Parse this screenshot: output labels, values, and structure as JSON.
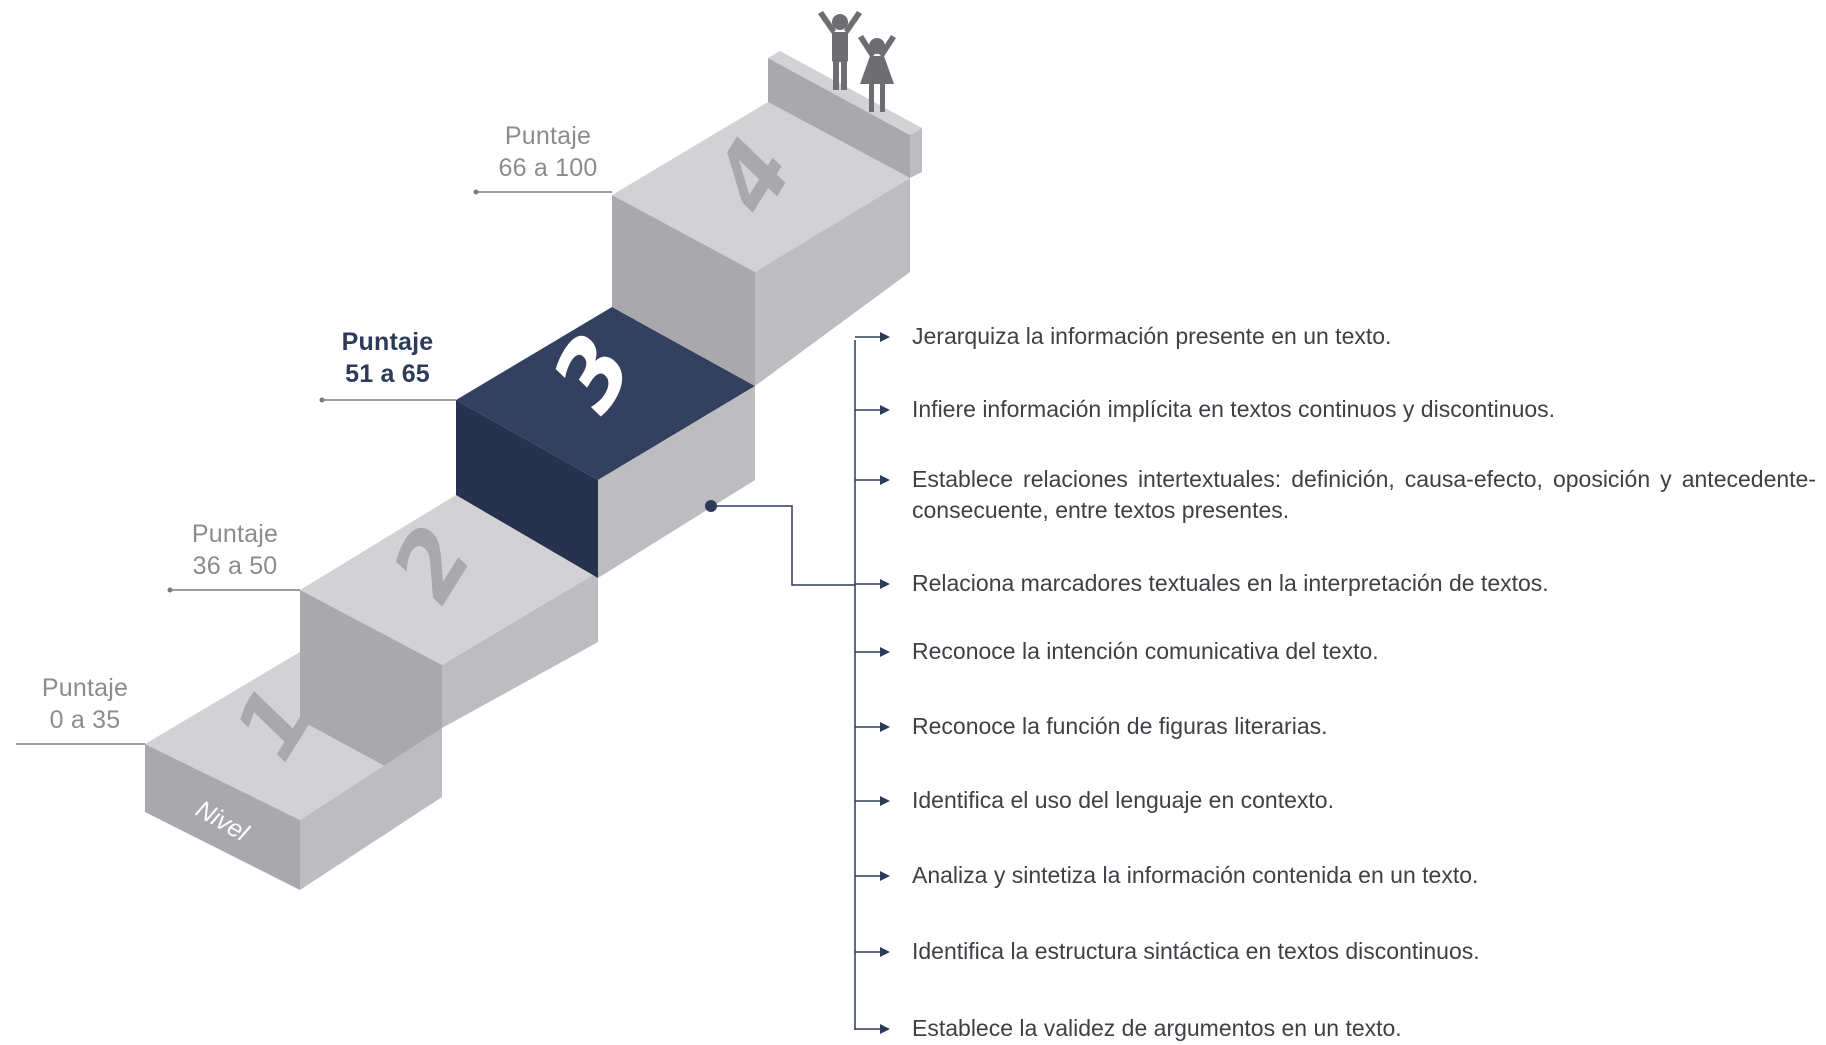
{
  "levels": [
    {
      "number": "1",
      "score_title": "Puntaje",
      "score_range": "0 a 35",
      "highlighted": false
    },
    {
      "number": "2",
      "score_title": "Puntaje",
      "score_range": "36 a 50",
      "highlighted": false
    },
    {
      "number": "3",
      "score_title": "Puntaje",
      "score_range": "51 a 65",
      "highlighted": true
    },
    {
      "number": "4",
      "score_title": "Puntaje",
      "score_range": "66 a 100",
      "highlighted": false
    }
  ],
  "nivel_label": "Nivel",
  "skills": [
    "Jerarquiza la información presente en un texto.",
    "Infiere información implícita en textos continuos y discontinuos.",
    "Establece relaciones intertextuales: definición, causa-efecto, oposición y antecedente-consecuente, entre textos presentes.",
    "Relaciona marcadores textuales en la interpretación de textos.",
    "Reconoce la intención comunicativa del texto.",
    "Reconoce la función de figuras literarias.",
    "Identifica el uso del lenguaje en contexto.",
    "Analiza y sintetiza la información contenida en un texto.",
    "Identifica la estructura sintáctica en textos discontinuos.",
    "Establece la validez de argumentos en un texto."
  ],
  "colors": {
    "highlight_top": "#34405f",
    "highlight_front": "#27324e",
    "step_top": "#d2d2d5",
    "step_front": "#a9a9ad",
    "step_side": "#bdbdc1",
    "label_text": "#8b8b90",
    "line": "#7a7a80",
    "connector": "#2e3a59",
    "text": "#3f3f45",
    "figures": "#6e6e72"
  },
  "icons": [
    "celebrating-boy-icon",
    "celebrating-girl-icon"
  ]
}
